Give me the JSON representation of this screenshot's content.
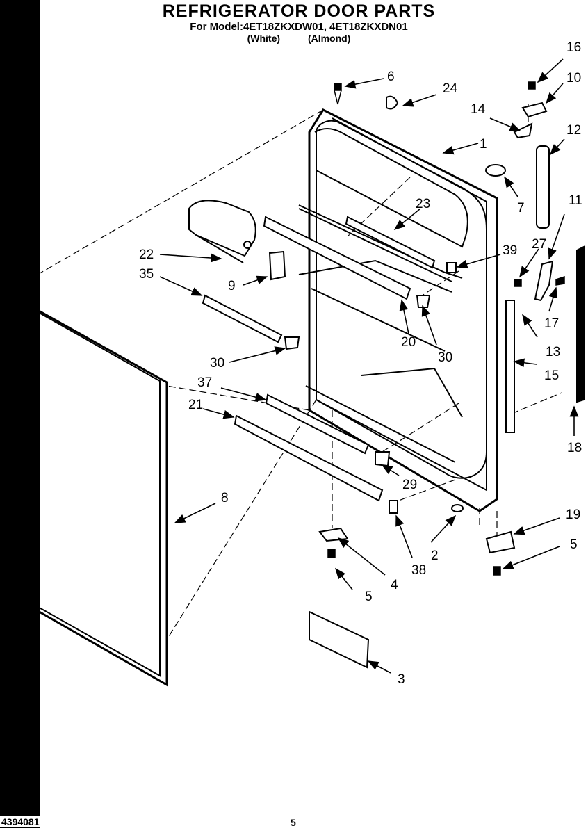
{
  "header": {
    "title": "REFRIGERATOR DOOR PARTS",
    "models": "For Model:4ET18ZKXDW01, 4ET18ZKXDN01",
    "color_white": "(White)",
    "color_almond": "(Almond)"
  },
  "callouts": {
    "c1": "1",
    "c2": "2",
    "c3": "3",
    "c4": "4",
    "c5a": "5",
    "c5b": "5",
    "c6": "6",
    "c7": "7",
    "c8": "8",
    "c9": "9",
    "c10": "10",
    "c11": "11",
    "c12": "12",
    "c13": "13",
    "c14": "14",
    "c15": "15",
    "c16": "16",
    "c17": "17",
    "c18": "18",
    "c19": "19",
    "c20": "20",
    "c21": "21",
    "c22": "22",
    "c23": "23",
    "c24": "24",
    "c27": "27",
    "c29": "29",
    "c30a": "30",
    "c30b": "30",
    "c35": "35",
    "c37": "37",
    "c38": "38",
    "c39": "39"
  },
  "footer": {
    "doc_number": "4394081",
    "page_number": "5"
  }
}
